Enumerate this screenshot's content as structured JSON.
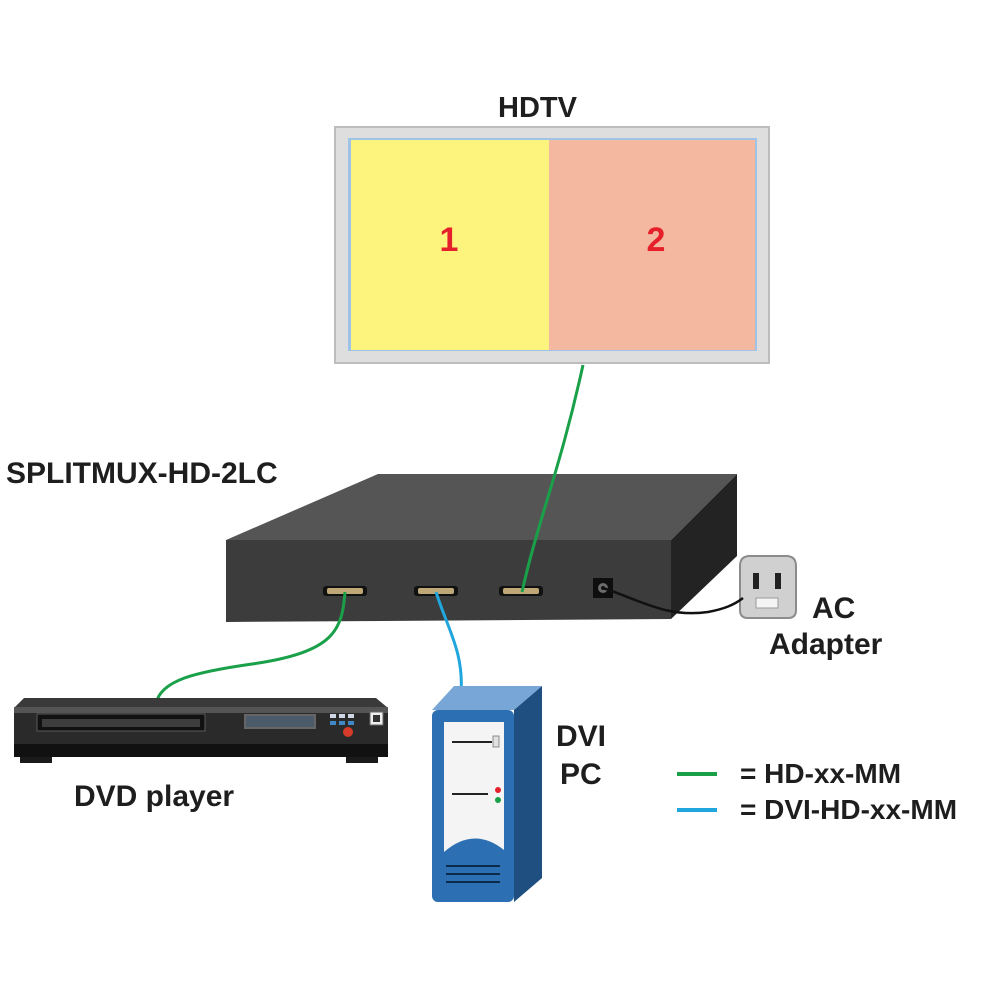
{
  "labels": {
    "hdtv": "HDTV",
    "splitter": "SPLITMUX-HD-2LC",
    "ac_adapter_line1": "AC",
    "ac_adapter_line2": "Adapter",
    "dvd_player": "DVD player",
    "pc_line1": "DVI",
    "pc_line2": "PC"
  },
  "screen": {
    "pane_1": "1",
    "pane_2": "2",
    "pane_1_color": "#fdf47e",
    "pane_2_color": "#f4b8a0",
    "number_color": "#e5202a"
  },
  "legend": [
    {
      "text": "= HD-xx-MM",
      "color": "#1aa049"
    },
    {
      "text": "= DVI-HD-xx-MM",
      "color": "#20a6dd"
    }
  ],
  "colors": {
    "hdmi_cable": "#1aa049",
    "dvi_cable": "#20a6dd",
    "power_cable": "#111111",
    "device_body": "#3c3c3d"
  }
}
